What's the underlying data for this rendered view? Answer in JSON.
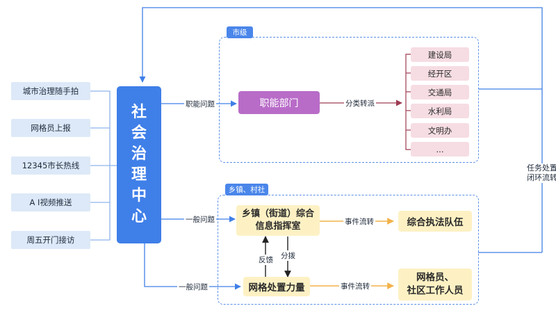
{
  "sources": [
    "城市治理随手拍",
    "网格员上报",
    "12345市长热线",
    "A I视频推送",
    "周五开门接访"
  ],
  "center": [
    "社",
    "会",
    "治",
    "理",
    "中",
    "心"
  ],
  "city": {
    "tag": "市级",
    "edge_label": "职能问题",
    "dept": "职能部门",
    "dispatch_label": "分类转派",
    "units": [
      "建设局",
      "经开区",
      "交通局",
      "水利局",
      "文明办",
      "..."
    ]
  },
  "town": {
    "tag": "乡镇、村社",
    "edge1_label": "一般问题",
    "command": [
      "乡镇（街道）综合",
      "信息指挥室"
    ],
    "transfer1_label": "事件流转",
    "enforcement": "综合执法队伍",
    "feedback_label": "反馈",
    "allocate_label": "分拨",
    "edge2_label": "一般问题",
    "grid_force": "网格处置力量",
    "transfer2_label": "事件流转",
    "workers": [
      "网格员、",
      "社区工作人员"
    ]
  },
  "loop_label": [
    "任务处置",
    "闭环流转"
  ],
  "colors": {
    "blue": "#3f7fe8",
    "purple": "#b86cc8",
    "pink": "#f6dde3",
    "yellow": "#fdf1c4",
    "orange": "#f2b24a",
    "dark_red": "#9e3a52"
  }
}
